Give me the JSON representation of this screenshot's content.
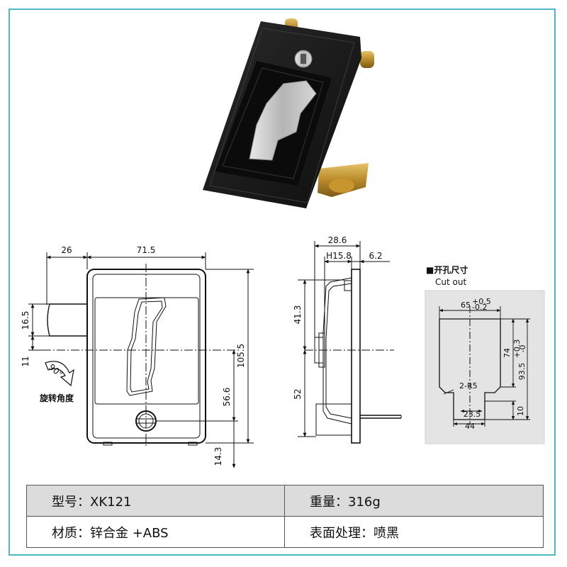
{
  "diagram": {
    "front_view": {
      "dims": {
        "top_left": "26",
        "top_width": "71.5",
        "left_a": "16.5",
        "left_b": "11",
        "height": "105.5",
        "key_height": "56.6",
        "bottom": "14.3"
      },
      "rotation_angle": "90°",
      "rotation_label": "旋转角度"
    },
    "side_view": {
      "dims": {
        "depth": "28.6",
        "handle": "H15.8",
        "plate": "6.2",
        "upper": "41.3",
        "lower": "52"
      }
    },
    "cutout": {
      "title_cn": "■开孔尺寸",
      "title_en": "Cut out",
      "dims": {
        "width": "65",
        "width_tol_up": "+0.5",
        "width_tol_low": "-0.2",
        "height_a": "74",
        "height_b": "93.5",
        "height_b_tol_up": "+0.3",
        "height_b_tol_low": "-0",
        "radius": "2-R5",
        "notch_inner": "23.5",
        "notch_outer": "44",
        "notch_depth": "10"
      }
    }
  },
  "specs": {
    "model": "型号：XK121",
    "weight": "重量：316g",
    "material": "材质：锌合金 +ABS",
    "finish": "表面处理：喷黑"
  },
  "colors": {
    "frame": "#4fb8c5",
    "table_shade": "#dcdcdc",
    "cutout_bg": "#e4e4e4",
    "body": "#1b1b1b",
    "brass": "#c9a23c"
  }
}
